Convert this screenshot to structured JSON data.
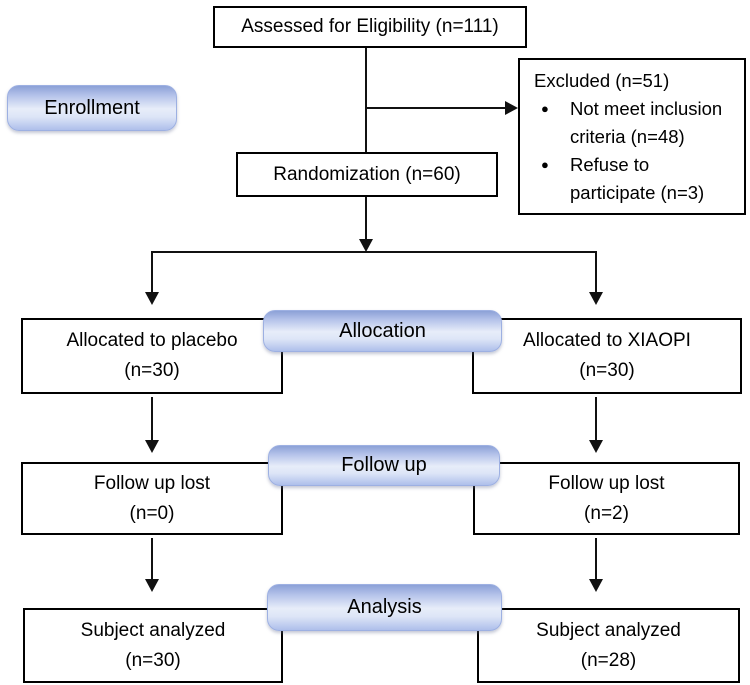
{
  "flow": {
    "assessed": "Assessed for Eligibility (n=111)",
    "excluded_title": "Excluded (n=51)",
    "bullet_glyph": "●",
    "excluded_items": [
      "Not meet inclusion criteria (n=48)",
      "Refuse to participate (n=3)"
    ],
    "randomization": "Randomization (n=60)",
    "stages": {
      "enrollment": "Enrollment",
      "allocation": "Allocation",
      "followup": "Follow up",
      "analysis": "Analysis"
    },
    "left_arm": {
      "allocated": "Allocated to placebo",
      "allocated_n": "(n=30)",
      "followup": "Follow up lost",
      "followup_n": "(n=0)",
      "analyzed": "Subject analyzed",
      "analyzed_n": "(n=30)"
    },
    "right_arm": {
      "allocated": "Allocated to XIAOPI",
      "allocated_n": "(n=30)",
      "followup": "Follow up lost",
      "followup_n": "(n=2)",
      "analyzed": "Subject analyzed",
      "analyzed_n": "(n=28)"
    }
  },
  "colors": {
    "background": "#ffffff",
    "box_border": "#000000",
    "line": "#111111",
    "text": "#000000",
    "pill_gradient_top": "#8ca1d7",
    "pill_gradient_light": "#e7edf9",
    "pill_gradient_bottom": "#aebfeb",
    "pill_border": "#9db0e2"
  }
}
